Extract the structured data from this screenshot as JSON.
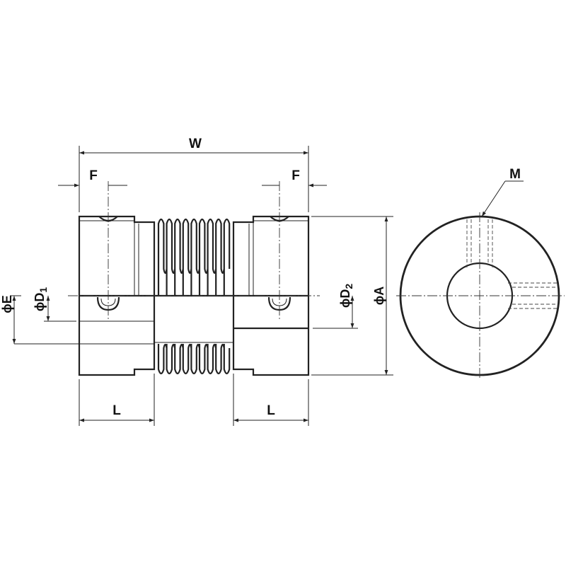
{
  "labels": {
    "w": "W",
    "f_left": "F",
    "f_right": "F",
    "l_left": "L",
    "l_right": "L",
    "m": "M",
    "phi_e": "ϕE",
    "phi_d1": "ϕD",
    "phi_d1_sub": "1",
    "phi_d2": "ϕD",
    "phi_d2_sub": "2",
    "phi_a": "ϕA"
  }
}
